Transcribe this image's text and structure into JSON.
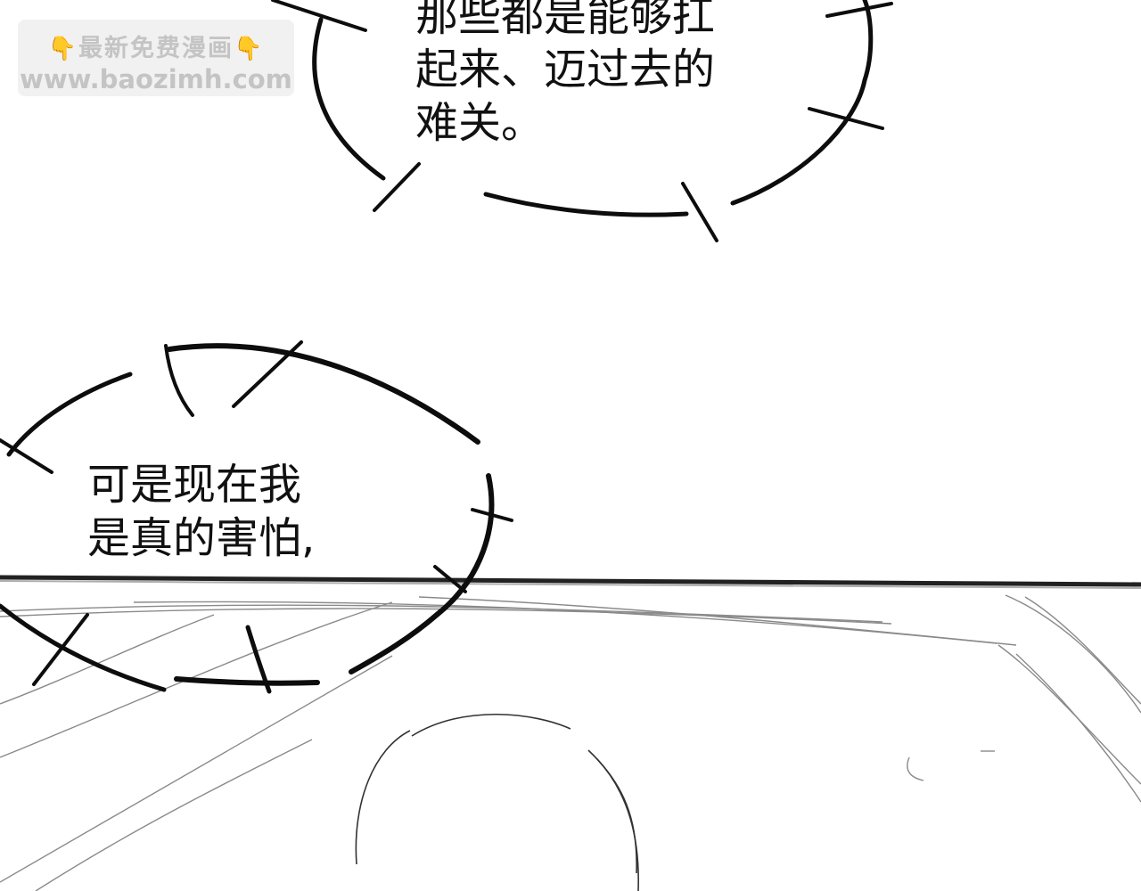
{
  "watermark": {
    "line1": "最新免费漫画",
    "line2": "www.baozimh.com",
    "icon": "pointing-down-hand-icon"
  },
  "bubble_top": {
    "lines": [
      "那些都是能够扛",
      "起来、迈过去的",
      "难关。"
    ]
  },
  "bubble_left": {
    "lines": [
      "可是现在我",
      "是真的害怕,"
    ]
  },
  "colors": {
    "ink": "#111111",
    "sketch": "#8a8a8a",
    "watermark_text": "#c4c4c4",
    "watermark_icon": "#f2c12e"
  }
}
